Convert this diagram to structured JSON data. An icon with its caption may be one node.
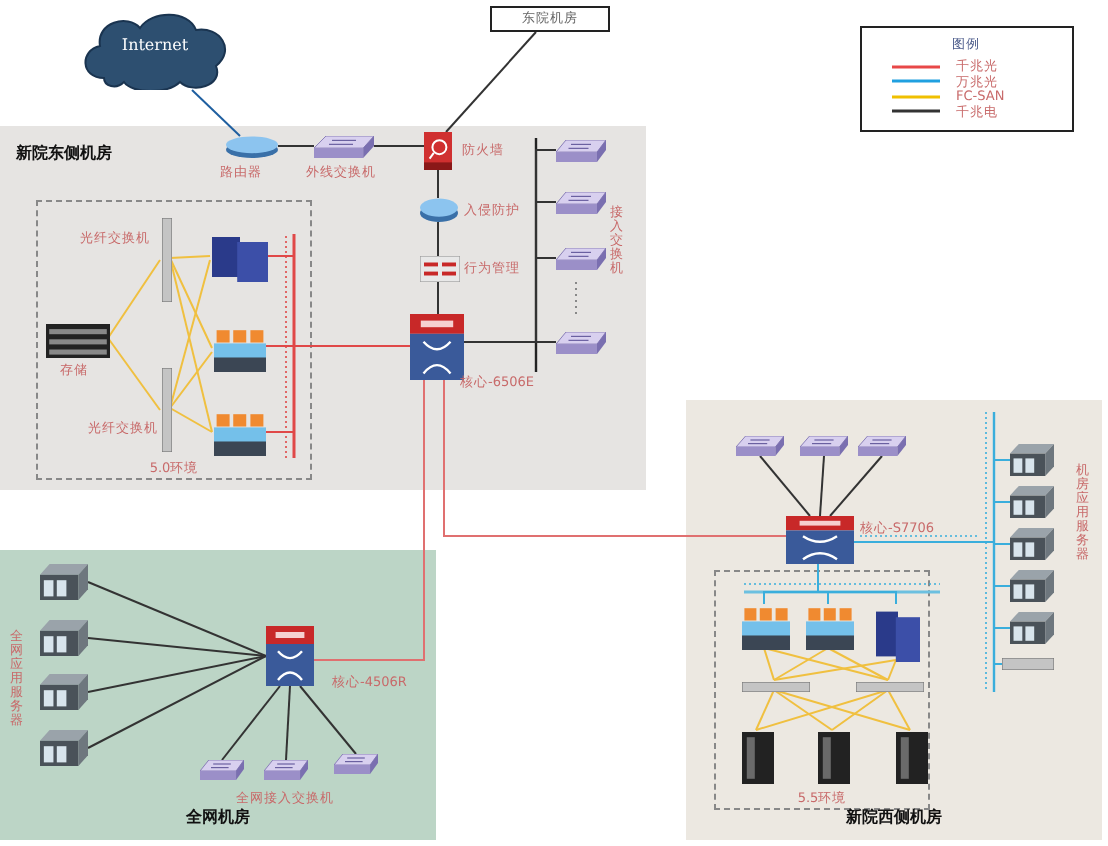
{
  "diagram": {
    "nodes": [
      {
        "text": [
          "Internet"
        ]
      },
      {
        "text": [
          "东院机房"
        ]
      },
      {
        "text": [
          "新院东侧机房"
        ]
      },
      {
        "text": [],
        "shape": "router",
        "in": 2,
        "beside": [
          "路由器"
        ]
      },
      {
        "text": [],
        "shape": "switch",
        "in": 2,
        "beside": [
          "外线交换机"
        ]
      },
      {
        "text": [],
        "shape": "firewall",
        "in": 2,
        "beside": [
          "防火墙"
        ]
      },
      {
        "text": [],
        "shape": "router",
        "in": 2,
        "beside": [
          "入侵防护"
        ]
      },
      {
        "text": [],
        "shape": "appliance",
        "in": 2,
        "beside": [
          "行为管理"
        ]
      },
      {
        "text": [],
        "shape": "chassis",
        "in": 2,
        "beside": [
          "核心-6506E"
        ]
      },
      {
        "text": [],
        "shape": "switch",
        "in": 2
      },
      {
        "text": [],
        "shape": "switch",
        "in": 2
      },
      {
        "text": [],
        "shape": "switch",
        "in": 2
      },
      {
        "text": [],
        "shape": "switch",
        "in": 2
      },
      {
        "text": [
          "5.0环境"
        ],
        "in": 2
      },
      {
        "text": [],
        "shape": "bar",
        "in": 13,
        "beside": [
          "光纤交换机"
        ]
      },
      {
        "text": [],
        "shape": "bar",
        "in": 13,
        "beside": [
          "光纤交换机"
        ]
      },
      {
        "text": [],
        "shape": "storage",
        "in": 13,
        "beside": [
          "存储"
        ]
      },
      {
        "text": [],
        "shape": "tower",
        "in": 13
      },
      {
        "text": [],
        "shape": "blade",
        "in": 13
      },
      {
        "text": [],
        "shape": "blade",
        "in": 13
      },
      {
        "text": [
          "全网机房"
        ]
      },
      {
        "text": [],
        "shape": "server",
        "in": 20
      },
      {
        "text": [],
        "shape": "server",
        "in": 20
      },
      {
        "text": [],
        "shape": "server",
        "in": 20
      },
      {
        "text": [],
        "shape": "server",
        "in": 20
      },
      {
        "text": [],
        "shape": "chassis",
        "in": 20,
        "beside": [
          "核心-4506R"
        ]
      },
      {
        "text": [],
        "shape": "switch",
        "in": 20
      },
      {
        "text": [],
        "shape": "switch",
        "in": 20
      },
      {
        "text": [],
        "shape": "switch",
        "in": 20
      },
      {
        "text": [
          "新院西侧机房"
        ]
      },
      {
        "text": [],
        "shape": "switch",
        "in": 29
      },
      {
        "text": [],
        "shape": "switch",
        "in": 29
      },
      {
        "text": [],
        "shape": "switch",
        "in": 29
      },
      {
        "text": [],
        "shape": "chassis",
        "in": 29,
        "beside": [
          "核心-S7706"
        ]
      },
      {
        "text": [
          "5.5环境"
        ],
        "in": 29
      },
      {
        "text": [],
        "shape": "blade",
        "in": 34
      },
      {
        "text": [],
        "shape": "blade",
        "in": 34
      },
      {
        "text": [],
        "shape": "tower",
        "in": 34
      },
      {
        "text": [],
        "shape": "bar",
        "in": 34
      },
      {
        "text": [],
        "shape": "bar",
        "in": 34
      },
      {
        "text": [],
        "shape": "cabinet",
        "in": 34
      },
      {
        "text": [],
        "shape": "cabinet",
        "in": 34
      },
      {
        "text": [],
        "shape": "cabinet",
        "in": 34
      },
      {
        "text": [],
        "shape": "server",
        "in": 29
      },
      {
        "text": [],
        "shape": "server",
        "in": 29
      },
      {
        "text": [],
        "shape": "server",
        "in": 29
      },
      {
        "text": [],
        "shape": "server",
        "in": 29
      },
      {
        "text": [],
        "shape": "server",
        "in": 29
      },
      {
        "text": [],
        "shape": "bar",
        "in": 29
      }
    ],
    "edges": [
      {
        "from": 0,
        "to": 3,
        "arrow": "none",
        "color": "#1f5fa0"
      },
      {
        "from": 3,
        "to": 4,
        "arrow": "none"
      },
      {
        "from": 4,
        "to": 5,
        "arrow": "none"
      },
      {
        "from": 5,
        "to": 1,
        "arrow": "none"
      },
      {
        "from": 5,
        "to": 6,
        "arrow": "none"
      },
      {
        "from": 6,
        "to": 7,
        "arrow": "none"
      },
      {
        "from": 7,
        "to": 8,
        "arrow": "none"
      },
      {
        "from": 8,
        "to": 9,
        "arrow": "none"
      },
      {
        "from": 8,
        "to": 10,
        "arrow": "none"
      },
      {
        "from": 8,
        "to": 11,
        "arrow": "none"
      },
      {
        "from": 8,
        "to": 12,
        "arrow": "none"
      },
      {
        "from": 16,
        "to": 14,
        "arrow": "none",
        "color": "#f0c040"
      },
      {
        "from": 16,
        "to": 15,
        "arrow": "none",
        "color": "#f0c040"
      },
      {
        "from": 14,
        "to": 17,
        "arrow": "none",
        "color": "#f0c040"
      },
      {
        "from": 14,
        "to": 18,
        "arrow": "none",
        "color": "#f0c040"
      },
      {
        "from": 14,
        "to": 19,
        "arrow": "none",
        "color": "#f0c040"
      },
      {
        "from": 15,
        "to": 17,
        "arrow": "none",
        "color": "#f0c040"
      },
      {
        "from": 15,
        "to": 18,
        "arrow": "none",
        "color": "#f0c040"
      },
      {
        "from": 15,
        "to": 19,
        "arrow": "none",
        "color": "#f0c040"
      },
      {
        "from": 17,
        "to": 8,
        "arrow": "none",
        "color": "#e04848"
      },
      {
        "from": 18,
        "to": 8,
        "arrow": "none",
        "color": "#e04848"
      },
      {
        "from": 19,
        "to": 8,
        "arrow": "none",
        "color": "#e04848"
      },
      {
        "from": 8,
        "to": 25,
        "arrow": "none",
        "color": "#e07070"
      },
      {
        "from": 8,
        "to": 33,
        "arrow": "none",
        "color": "#e07070"
      },
      {
        "from": 25,
        "to": 21,
        "arrow": "none"
      },
      {
        "from": 25,
        "to": 22,
        "arrow": "none"
      },
      {
        "from": 25,
        "to": 23,
        "arrow": "none"
      },
      {
        "from": 25,
        "to": 24,
        "arrow": "none"
      },
      {
        "from": 25,
        "to": 26,
        "arrow": "none"
      },
      {
        "from": 25,
        "to": 27,
        "arrow": "none"
      },
      {
        "from": 25,
        "to": 28,
        "arrow": "none"
      },
      {
        "from": 33,
        "to": 30,
        "arrow": "none"
      },
      {
        "from": 33,
        "to": 31,
        "arrow": "none"
      },
      {
        "from": 33,
        "to": 32,
        "arrow": "none"
      },
      {
        "from": 33,
        "to": 43,
        "arrow": "none",
        "color": "#3aaedc"
      },
      {
        "from": 33,
        "to": 44,
        "arrow": "none",
        "color": "#3aaedc"
      },
      {
        "from": 33,
        "to": 45,
        "arrow": "none",
        "color": "#3aaedc"
      },
      {
        "from": 33,
        "to": 46,
        "arrow": "none",
        "color": "#3aaedc"
      },
      {
        "from": 33,
        "to": 47,
        "arrow": "none",
        "color": "#3aaedc"
      },
      {
        "from": 33,
        "to": 48,
        "arrow": "none",
        "color": "#3aaedc"
      },
      {
        "from": 33,
        "to": 35,
        "arrow": "none",
        "color": "#3aaedc"
      },
      {
        "from": 33,
        "to": 36,
        "arrow": "none",
        "color": "#3aaedc"
      },
      {
        "from": 33,
        "to": 37,
        "arrow": "none",
        "color": "#3aaedc"
      },
      {
        "from": 35,
        "to": 38,
        "arrow": "none",
        "color": "#f0c040"
      },
      {
        "from": 35,
        "to": 39,
        "arrow": "none",
        "color": "#f0c040"
      },
      {
        "from": 36,
        "to": 38,
        "arrow": "none",
        "color": "#f0c040"
      },
      {
        "from": 36,
        "to": 39,
        "arrow": "none",
        "color": "#f0c040"
      },
      {
        "from": 37,
        "to": 38,
        "arrow": "none",
        "color": "#f0c040"
      },
      {
        "from": 37,
        "to": 39,
        "arrow": "none",
        "color": "#f0c040"
      },
      {
        "from": 38,
        "to": 40,
        "arrow": "none",
        "color": "#f0c040"
      },
      {
        "from": 38,
        "to": 41,
        "arrow": "none",
        "color": "#f0c040"
      },
      {
        "from": 38,
        "to": 42,
        "arrow": "none",
        "color": "#f0c040"
      },
      {
        "from": 39,
        "to": 40,
        "arrow": "none",
        "color": "#f0c040"
      },
      {
        "from": 39,
        "to": 41,
        "arrow": "none",
        "color": "#f0c040"
      },
      {
        "from": 39,
        "to": 42,
        "arrow": "none",
        "color": "#f0c040"
      }
    ],
    "labels": [
      "图例",
      "接入交换机",
      "全网应用服务器",
      "全网接入交换机",
      "机房应用服务器"
    ],
    "legend": [
      {
        "text": "千兆光",
        "color": "#e84848"
      },
      {
        "text": "万兆光",
        "color": "#20a0e0"
      },
      {
        "text": "FC-SAN",
        "color": "#f0c000"
      },
      {
        "text": "千兆电",
        "color": "#333333"
      }
    ]
  }
}
